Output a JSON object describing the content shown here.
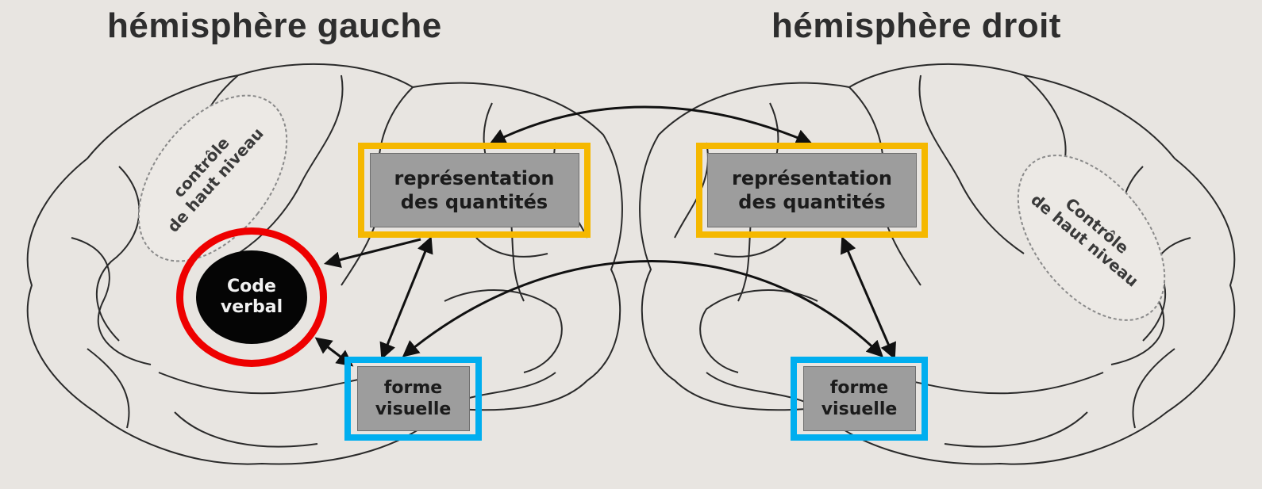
{
  "titles": {
    "left": "hémisphère gauche",
    "right": "hémisphère droit"
  },
  "left": {
    "control_label_line1": "contrôle",
    "control_label_line2": "de haut niveau",
    "code_verbal_line1": "Code",
    "code_verbal_line2": "verbal",
    "quantities_line1": "représentation",
    "quantities_line2": "des quantités",
    "visual_line1": "forme",
    "visual_line2": "visuelle"
  },
  "right": {
    "control_label_line1": "Contrôle",
    "control_label_line2": "de haut niveau",
    "quantities_line1": "représentation",
    "quantities_line2": "des quantités",
    "visual_line1": "forme",
    "visual_line2": "visuelle"
  },
  "colors": {
    "background": "#e8e5e1",
    "quantity_highlight": "#f5b800",
    "visual_highlight": "#00aeef",
    "verbal_highlight": "#ee0000",
    "box_fill": "#9d9d9d"
  }
}
